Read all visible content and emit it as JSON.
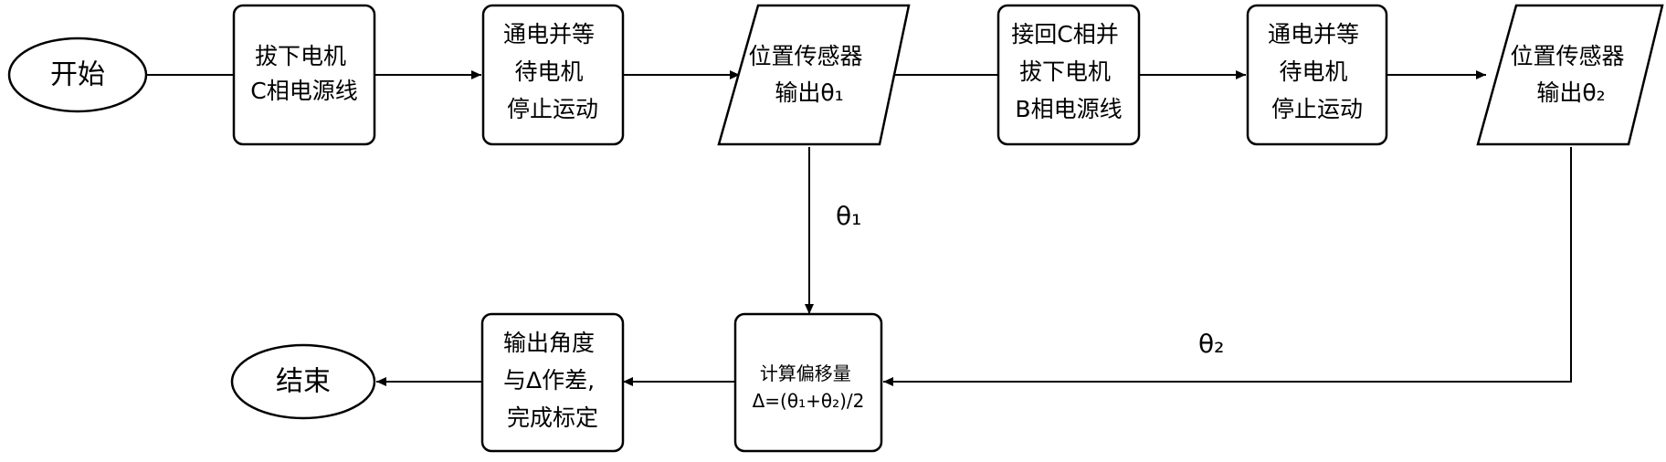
{
  "nodes": {
    "start": "开始",
    "unplug_c": [
      "拔下电机",
      "C相电源线"
    ],
    "power_wait_1": [
      "通电并等",
      "待电机",
      "停止运动"
    ],
    "sensor_1": [
      "位置传感器",
      "输出θ₁"
    ],
    "reconnect_c": [
      "接回C相并",
      "拔下电机",
      "B相电源线"
    ],
    "power_wait_2": [
      "通电并等",
      "待电机",
      "停止运动"
    ],
    "sensor_2": [
      "位置传感器",
      "输出θ₂"
    ],
    "compute": [
      "计算偏移量",
      "Δ=(θ₁+θ₂)/2"
    ],
    "output": [
      "输出角度",
      "与Δ作差,",
      "完成标定"
    ],
    "end": "结束"
  },
  "edge_labels": {
    "theta1": "θ₁",
    "theta2": "θ₂"
  }
}
